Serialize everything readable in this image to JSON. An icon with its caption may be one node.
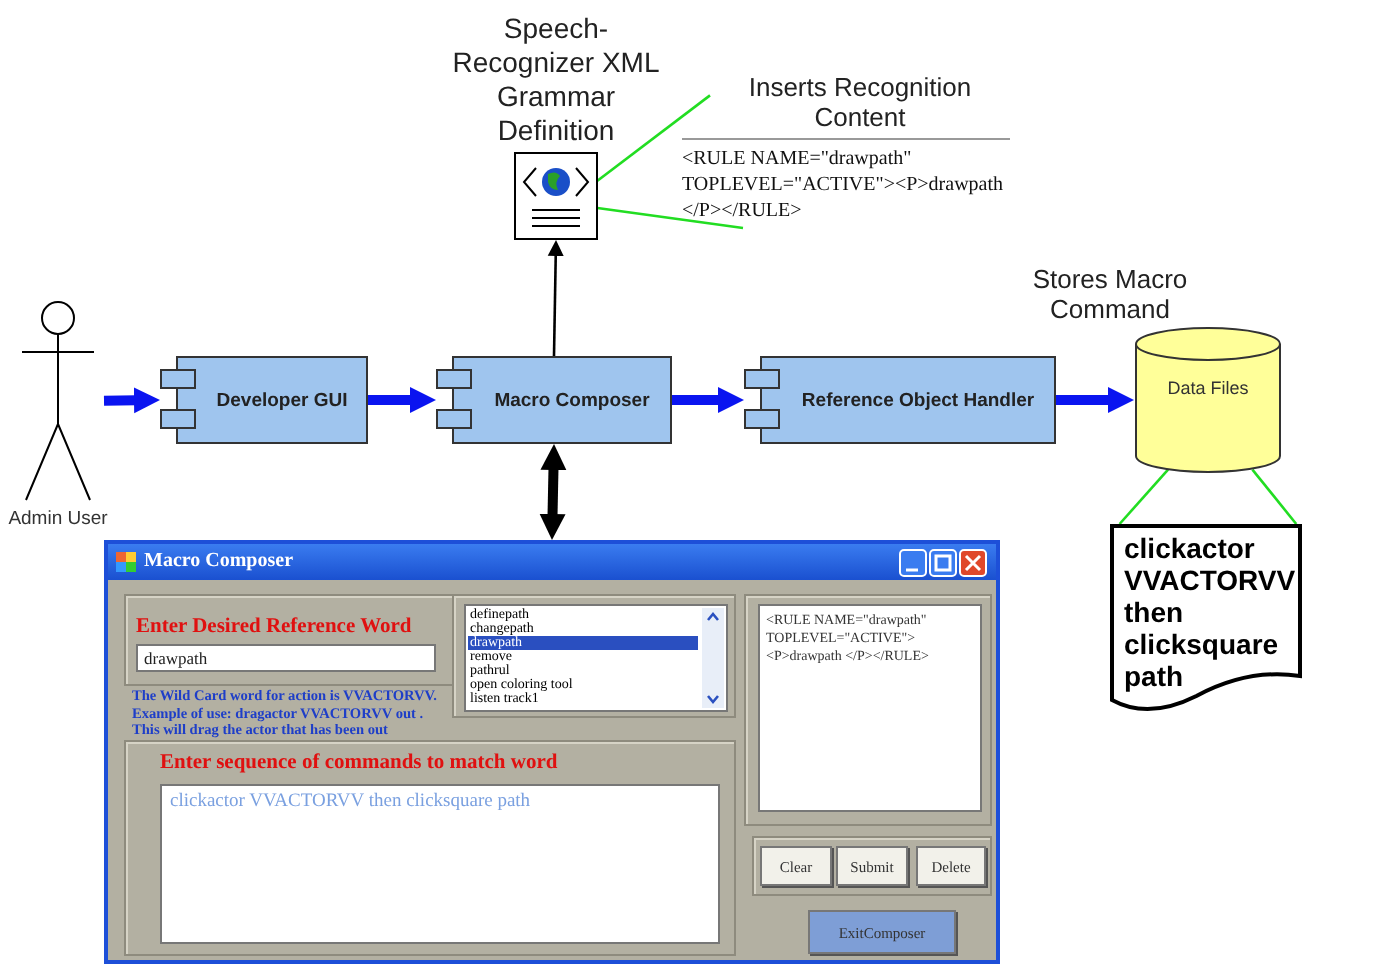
{
  "diagram": {
    "nodes": [
      {
        "text": [
          "Admin User"
        ]
      },
      {
        "text": [
          "Developer GUI"
        ]
      },
      {
        "text": [
          "Macro Composer"
        ]
      },
      {
        "text": [
          "Reference Object Handler"
        ]
      },
      {
        "text": [
          "Data Files"
        ],
        "beside": [
          "Stores Macro Command"
        ]
      },
      {
        "text": [
          "Speech-Recognizer XML Grammar Definition"
        ]
      },
      {
        "text": [
          "Inserts Recognition Content",
          "<RULE NAME=\"drawpath\" TOPLEVEL=\"ACTIVE\"><P>drawpath </P></RULE>"
        ]
      },
      {
        "text": [
          "clickactor VVACTORVV then clicksquare path"
        ]
      },
      {
        "text": [
          "Macro Composer"
        ]
      }
    ],
    "edges": [
      {
        "from": 0,
        "to": 1,
        "arrow": "to",
        "style": "thick",
        "color": "#0a14f0"
      },
      {
        "from": 1,
        "to": 2,
        "arrow": "to",
        "style": "thick",
        "color": "#0a14f0"
      },
      {
        "from": 2,
        "to": 3,
        "arrow": "to",
        "style": "thick",
        "color": "#0a14f0"
      },
      {
        "from": 3,
        "to": 4,
        "arrow": "to",
        "style": "thick",
        "color": "#0a14f0"
      },
      {
        "from": 2,
        "to": 5,
        "arrow": "to",
        "color": "#000000"
      },
      {
        "from": 5,
        "to": 6,
        "arrow": "none",
        "color": "#22dd22"
      },
      {
        "from": 5,
        "to": 6,
        "arrow": "none",
        "color": "#22dd22"
      },
      {
        "from": 4,
        "to": 7,
        "arrow": "none",
        "color": "#22dd22"
      },
      {
        "from": 4,
        "to": 7,
        "arrow": "none",
        "color": "#22dd22"
      },
      {
        "from": 2,
        "to": 8,
        "arrow": "both",
        "style": "thick",
        "color": "#000000"
      }
    ],
    "labels": [
      "Enter Desired Reference Word",
      "drawpath",
      "definepath",
      "changepath",
      "drawpath",
      "remove",
      "pathrul",
      "open coloring tool",
      "listen track1",
      "The Wild Card word for action is VVACTORVV. Example of use: dragactor VVACTORVV out . This will drag the actor that has been out",
      "Enter sequence of commands to match word",
      "clickactor VVACTORVV then clicksquare path",
      "<RULE NAME=\"drawpath\" TOPLEVEL=\"ACTIVE\"><P>drawpath </P></RULE>",
      "Clear",
      "Submit",
      "Delete",
      "ExitComposer"
    ]
  }
}
